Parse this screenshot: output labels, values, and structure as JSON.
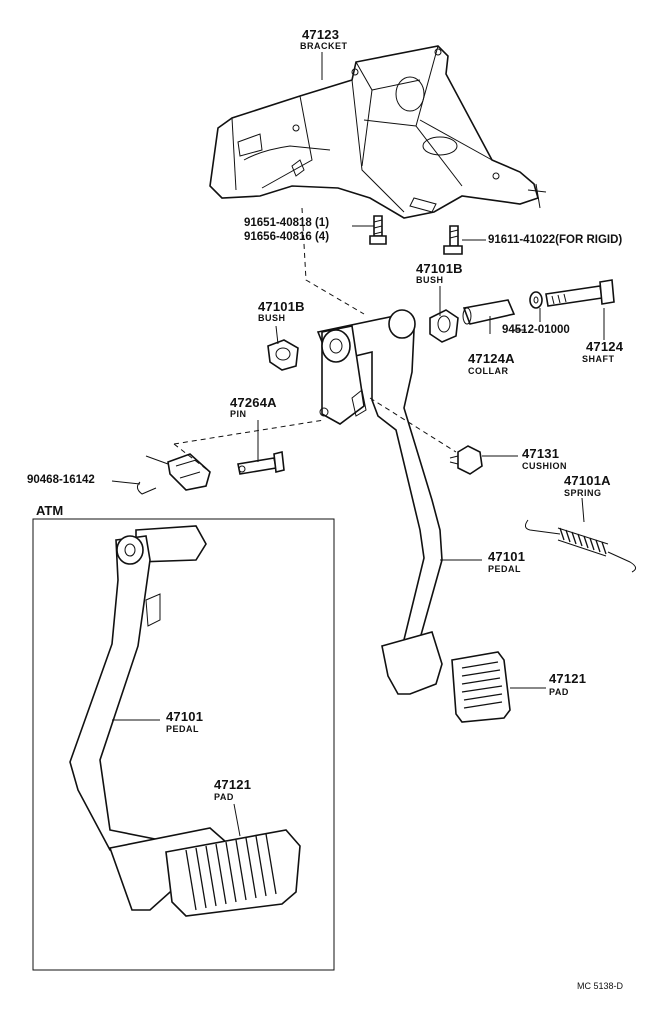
{
  "parts": {
    "bracket": {
      "number": "47123",
      "name": "BRACKET"
    },
    "bolt_a": {
      "number": "91651-40818 (1)"
    },
    "bolt_b": {
      "number": "91656-40816 (4)"
    },
    "bolt_rigid": {
      "number": "91611-41022(FOR RIGID)"
    },
    "bush_right": {
      "number": "47101B",
      "name": "BUSH"
    },
    "bush_left": {
      "number": "47101B",
      "name": "BUSH"
    },
    "washer": {
      "number": "94512-01000"
    },
    "collar": {
      "number": "47124A",
      "name": "COLLAR"
    },
    "shaft": {
      "number": "47124",
      "name": "SHAFT"
    },
    "pin": {
      "number": "47264A",
      "name": "PIN"
    },
    "clip": {
      "number": "90468-16142"
    },
    "cushion": {
      "number": "47131",
      "name": "CUSHION"
    },
    "spring": {
      "number": "47101A",
      "name": "SPRING"
    },
    "pedal": {
      "number": "47101",
      "name": "PEDAL"
    },
    "pad": {
      "number": "47121",
      "name": "PAD"
    },
    "atm_pedal": {
      "number": "47101",
      "name": "PEDAL"
    },
    "atm_pad": {
      "number": "47121",
      "name": "PAD"
    }
  },
  "atm_box": {
    "label": "ATM"
  },
  "drawing_code": "MC 5138-D"
}
